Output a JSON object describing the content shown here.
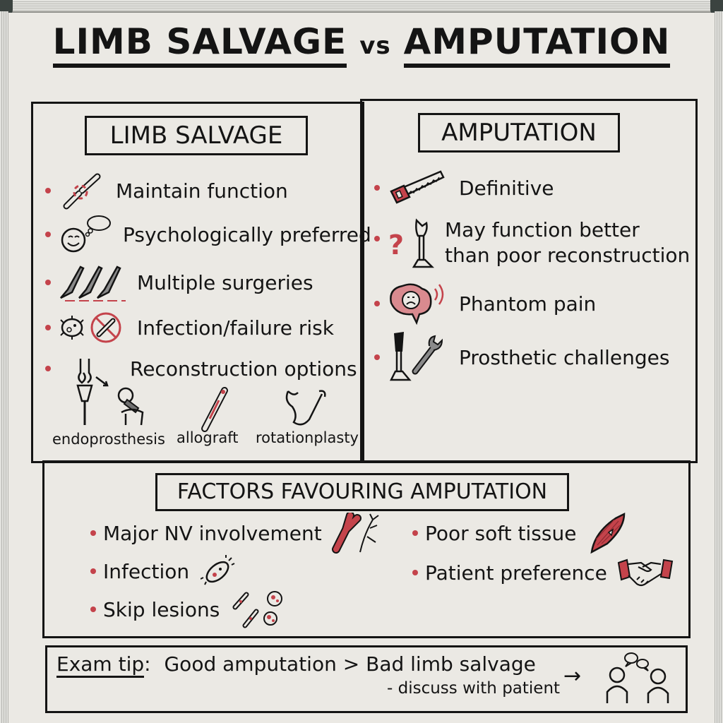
{
  "title": {
    "left": "LIMB SALVAGE",
    "vs": "vs",
    "right": "AMPUTATION"
  },
  "colors": {
    "ink": "#141414",
    "accent_red": "#c4434b",
    "board": "#ebe9e4",
    "frame": "#b9b9b4"
  },
  "limb_salvage": {
    "heading": "LIMB SALVAGE",
    "items": [
      {
        "icon": "bone-joint-icon",
        "label": "Maintain function"
      },
      {
        "icon": "smiley-thought-icon",
        "label": "Psychologically preferred"
      },
      {
        "icon": "scalpels-icon",
        "label": "Multiple surgeries"
      },
      {
        "icon": "bacteria-no-bone-icon",
        "label": "Infection/failure risk"
      },
      {
        "icon": "",
        "label": "Reconstruction options"
      }
    ],
    "options": [
      "endoprosthesis",
      "allograft",
      "rotationplasty"
    ]
  },
  "amputation": {
    "heading": "AMPUTATION",
    "items": [
      {
        "icon": "saw-icon",
        "label": "Definitive"
      },
      {
        "icon": "question-prosthetic-leg-icon",
        "label": "May function better",
        "label2": "than poor reconstruction"
      },
      {
        "icon": "sad-brain-icon",
        "label": "Phantom pain"
      },
      {
        "icon": "prosthesis-wrench-icon",
        "label": "Prosthetic challenges"
      }
    ]
  },
  "factors": {
    "heading": "FACTORS FAVOURING AMPUTATION",
    "left": [
      {
        "icon": "vessel-nerve-icon",
        "label": "Major NV involvement"
      },
      {
        "icon": "bacterium-icon",
        "label": "Infection"
      },
      {
        "icon": "bone-lesions-icon",
        "label": "Skip lesions"
      }
    ],
    "right": [
      {
        "icon": "muscle-icon",
        "label": "Poor soft tissue"
      },
      {
        "icon": "handshake-icon",
        "label": "Patient preference"
      }
    ]
  },
  "exam_tip": {
    "prefix": "Exam tip",
    "colon": ":",
    "main": "Good amputation > Bad limb salvage",
    "sub": "- discuss with patient",
    "arrow": "→"
  }
}
